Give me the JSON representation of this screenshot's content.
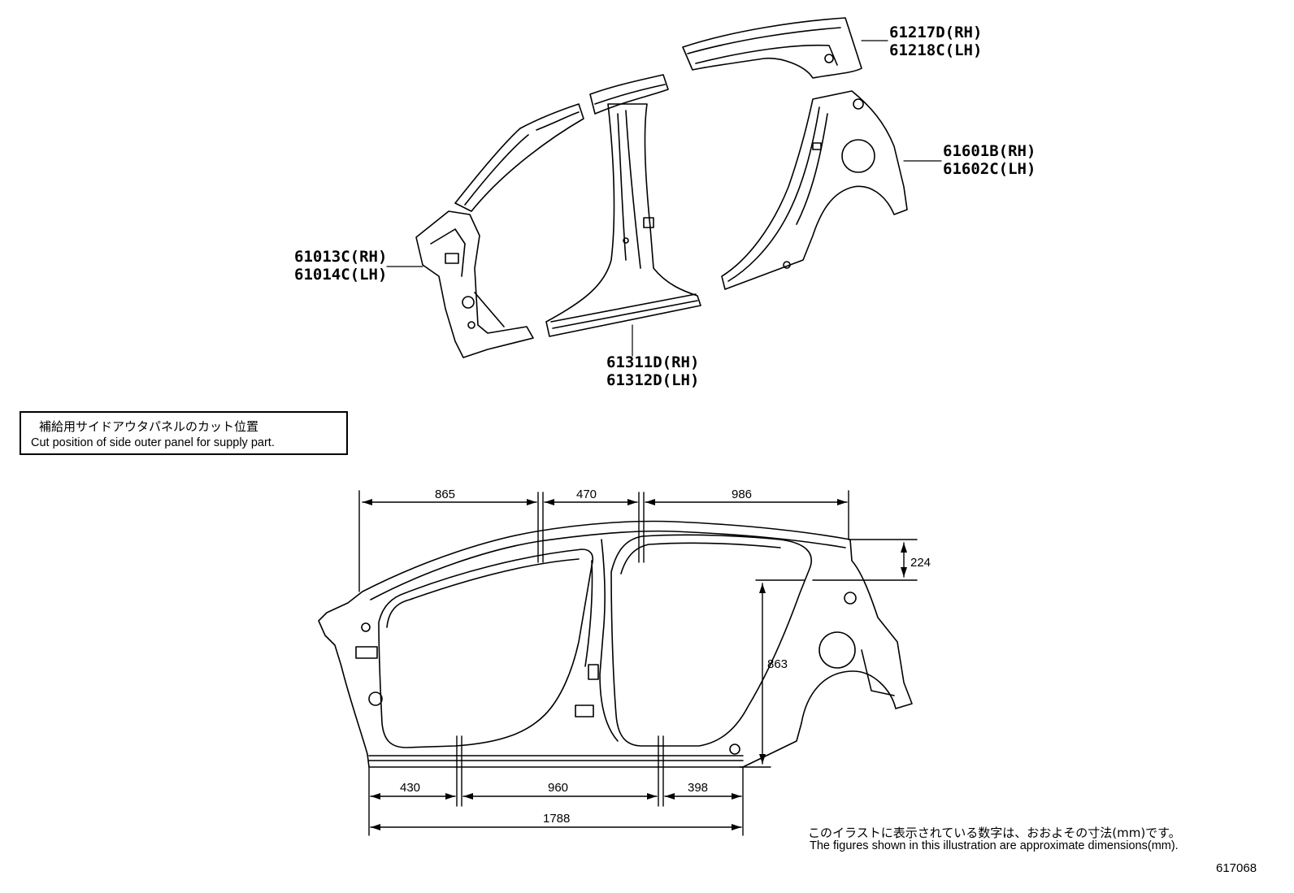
{
  "part_labels": {
    "roof_side": {
      "rh": "61217D(RH)",
      "lh": "61218C(LH)"
    },
    "quarter_panel": {
      "rh": "61601B(RH)",
      "lh": "61602C(LH)"
    },
    "front_pillar": {
      "rh": "61013C(RH)",
      "lh": "61014C(LH)"
    },
    "rocker_center_pillar": {
      "rh": "61311D(RH)",
      "lh": "61312D(LH)"
    }
  },
  "legend": {
    "jp": "補給用サイドアウタパネルのカット位置",
    "en": "Cut position of side outer panel for supply part."
  },
  "dimensions": {
    "top_front": "865",
    "top_middle": "470",
    "top_rear": "986",
    "right_upper": "224",
    "right_vertical": "863",
    "bottom_front": "430",
    "bottom_middle": "960",
    "bottom_rear": "398",
    "bottom_total": "1788"
  },
  "note": {
    "jp": "このイラストに表示されている数字は、おおよその寸法(mm)です。",
    "en": "The figures shown in this illustration are approximate dimensions(mm)."
  },
  "illustration_number": "617068"
}
